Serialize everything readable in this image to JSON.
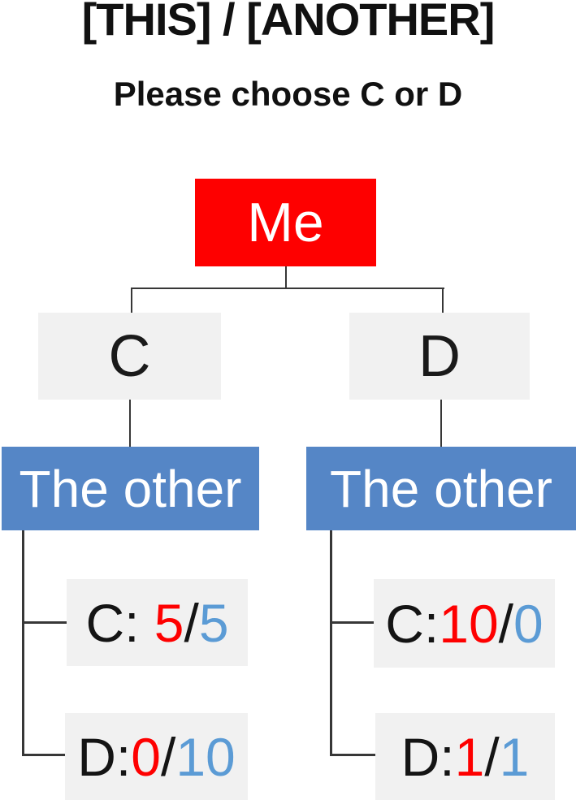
{
  "title": "[THIS] / [ANOTHER]",
  "subtitle": "Please choose C or D",
  "colors": {
    "me_box": "#fe0000",
    "other_box": "#5586c6",
    "option_box": "#f1f1f1",
    "payoff_me_number": "#fe0000",
    "payoff_other_number": "#5b9bd5",
    "connector_line": "#373737"
  },
  "tree": {
    "root_label": "Me",
    "option_c": "C",
    "option_d": "D",
    "other_label_left": "The other",
    "other_label_right": "The other",
    "payoffs": {
      "cc": {
        "prefix": "C: ",
        "me": "5",
        "sep": "/",
        "other": "5"
      },
      "cd": {
        "prefix": "D:",
        "me": "0",
        "sep": "/",
        "other": "10"
      },
      "dc": {
        "prefix": "C:",
        "me": "10",
        "sep": "/",
        "other": "0"
      },
      "dd": {
        "prefix": "D:",
        "me": "1",
        "sep": "/",
        "other": "1"
      }
    }
  }
}
